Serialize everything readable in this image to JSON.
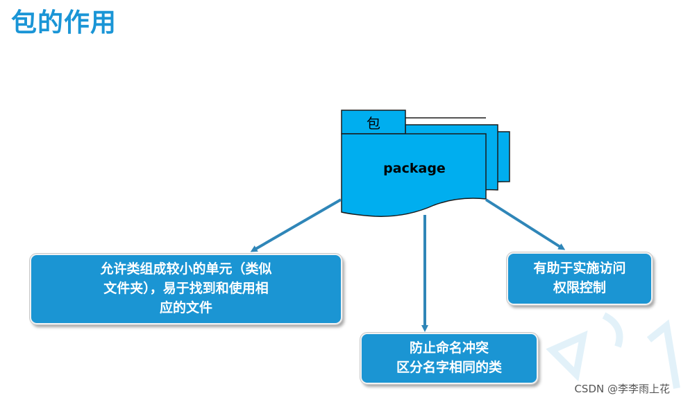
{
  "page": {
    "title": "包的作用"
  },
  "package": {
    "tab_label": "包",
    "label": "package",
    "fill_color": "#00aeef"
  },
  "boxes": {
    "left_lines": [
      "允许类组成较小的单元（类似",
      "文件夹），易于找到和使用相",
      "应的文件"
    ],
    "right_lines": [
      "有助于实施访问",
      "权限控制"
    ],
    "bottom_lines": [
      "防止命名冲突",
      "区分名字相同的类"
    ],
    "fill_color": "#1b95d3"
  },
  "arrow_color": "#2f86b8",
  "watermark": "CSDN @李李雨上花"
}
